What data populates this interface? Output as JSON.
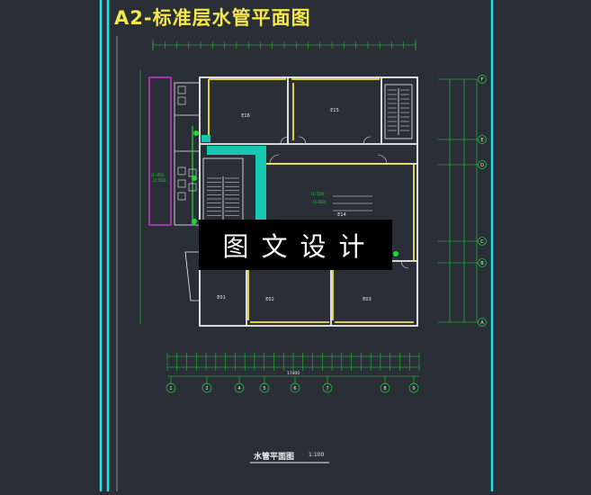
{
  "drawing": {
    "title": "A2-标准层水管平面图",
    "watermark": "图文设计",
    "caption": "水管平面图",
    "scale": "1:100",
    "rooms": [
      {
        "id": "r1",
        "label": "E16"
      },
      {
        "id": "r2",
        "label": "E15"
      },
      {
        "id": "r3",
        "label": "E14"
      },
      {
        "id": "r4",
        "label": "E01"
      },
      {
        "id": "r5",
        "label": "E02"
      },
      {
        "id": "r6",
        "label": "E03"
      }
    ],
    "axes_bottom": [
      "1",
      "2",
      "4",
      "5",
      "6",
      "7",
      "8",
      "9"
    ],
    "axes_right": [
      "F",
      "E",
      "D",
      "C",
      "B",
      "A"
    ],
    "total_dimension": "17400",
    "colors": {
      "background": "#2a2e36",
      "frame": "#18e6ee",
      "wall": "#f0f0f0",
      "yellow": "#f0e63a",
      "green": "#1fd83a",
      "pipe_teal": "#16c8b0",
      "magenta": "#c83ac8",
      "title": "#f5e64a"
    }
  }
}
